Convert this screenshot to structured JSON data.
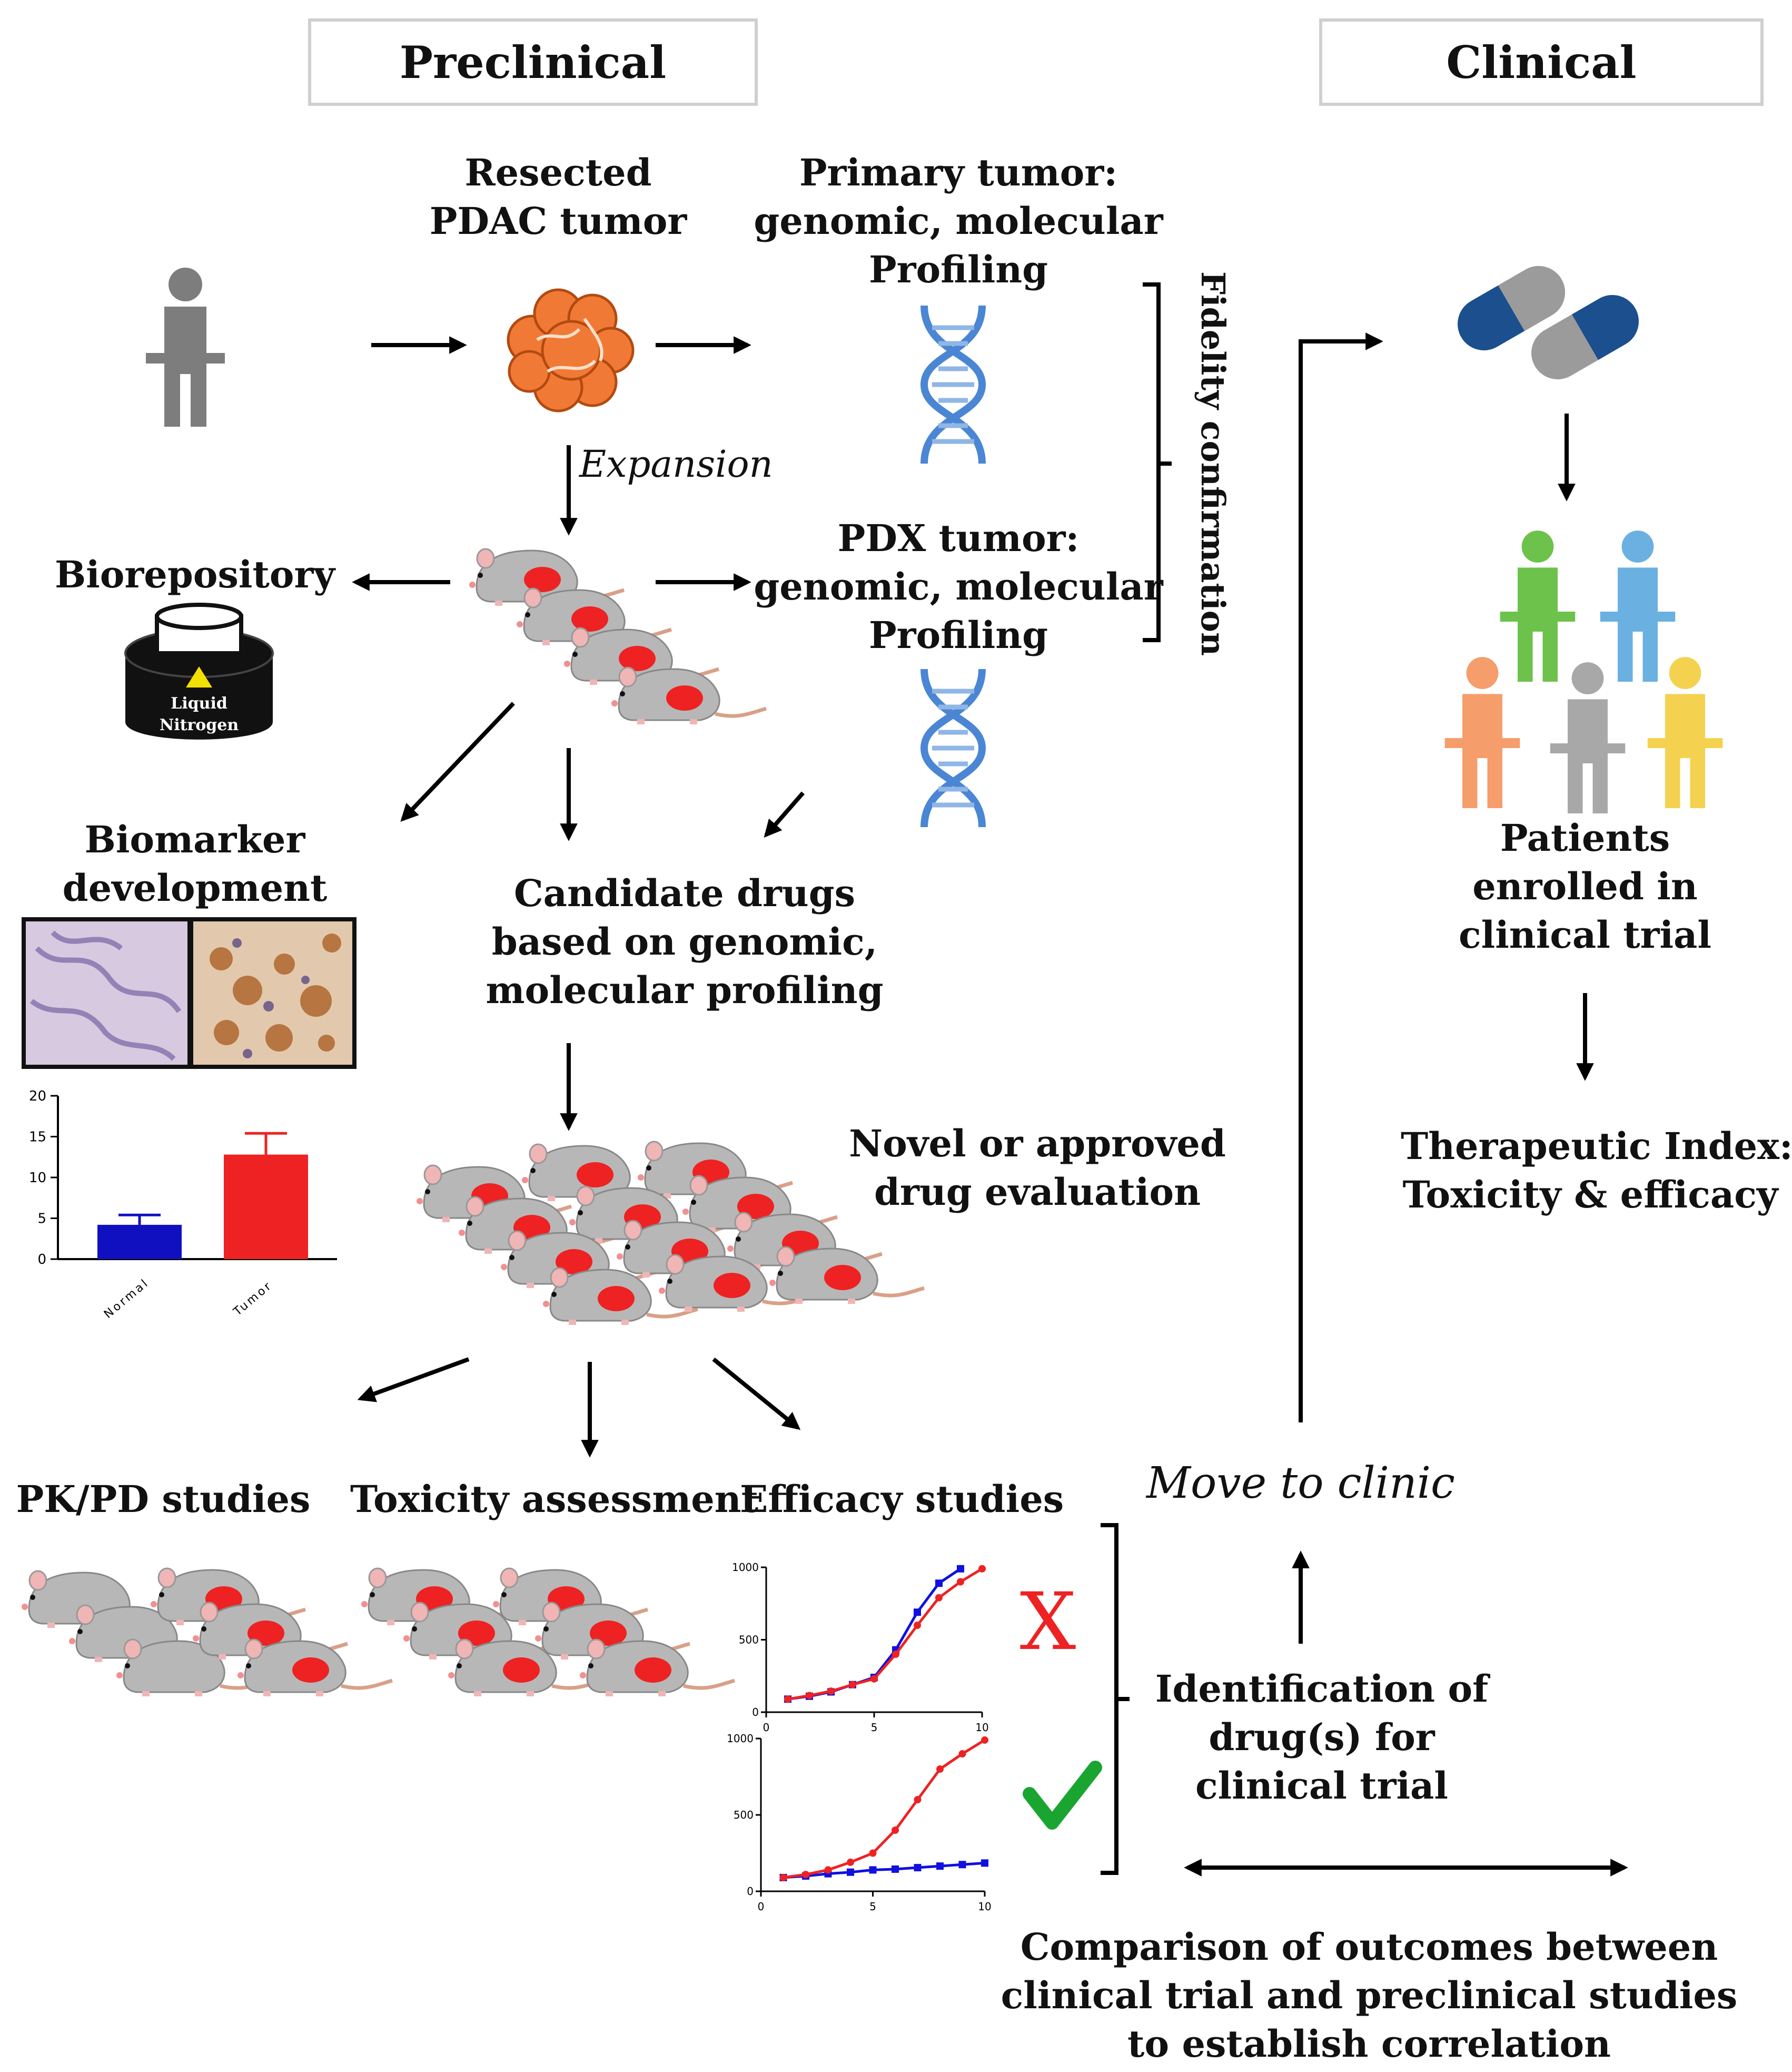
{
  "headers": {
    "preclinical": "Preclinical",
    "clinical": "Clinical"
  },
  "labels": {
    "resected": [
      "Resected",
      "PDAC tumor"
    ],
    "primary": [
      "Primary tumor:",
      "genomic, molecular",
      "Profiling"
    ],
    "pdx": [
      "PDX tumor:",
      "genomic, molecular",
      "Profiling"
    ],
    "expansion": "Expansion",
    "biorepository": "Biorepository",
    "liquid_nitrogen": [
      "Liquid",
      "Nitrogen"
    ],
    "fidelity": "Fidelity confirmation",
    "biomarker": [
      "Biomarker",
      "development"
    ],
    "candidate": [
      "Candidate drugs",
      "based on genomic,",
      "molecular profiling"
    ],
    "novel": [
      "Novel or approved",
      "drug evaluation"
    ],
    "pkpd": "PK/PD studies",
    "toxicity": "Toxicity assessment",
    "efficacy": "Efficacy studies",
    "move_to_clinic": "Move to clinic",
    "identification": [
      "Identification of",
      "drug(s) for",
      "clinical trial"
    ],
    "patients": [
      "Patients",
      "enrolled in",
      "clinical trial"
    ],
    "therapeutic": [
      "Therapeutic Index:",
      "Toxicity & efficacy"
    ],
    "comparison": [
      "Comparison of outcomes between",
      "clinical trial and preclinical studies",
      "to establish correlation"
    ],
    "fail_mark": "X"
  },
  "colors": {
    "tumor_red": "#ee2222",
    "normal_blue": "#1010c0",
    "check_green": "#1aa531",
    "pill_blue": "#1b4f8e",
    "dna_blue": "#4a86d4"
  },
  "chart_data": [
    {
      "type": "bar",
      "categories": [
        "Normal",
        "Tumor"
      ],
      "values": [
        4.2,
        12.8
      ],
      "errors": [
        1.2,
        2.6
      ],
      "ylim": [
        0,
        20
      ],
      "yticks": [
        "0",
        "5",
        "10",
        "15",
        "20"
      ]
    },
    {
      "type": "line",
      "x": [
        1,
        2,
        3,
        4,
        5,
        6,
        7,
        8,
        9,
        10
      ],
      "series": [
        {
          "color": "#1010e0",
          "values": [
            90,
            110,
            140,
            190,
            240,
            430,
            690,
            890,
            990,
            null
          ]
        },
        {
          "color": "#ee2222",
          "values": [
            90,
            115,
            145,
            190,
            230,
            400,
            600,
            790,
            900,
            990
          ]
        }
      ],
      "xlim": [
        0,
        10
      ],
      "ylim": [
        0,
        1000
      ],
      "xticks": [
        "0",
        "5",
        "10"
      ],
      "yticks": [
        "0",
        "500",
        "1000"
      ]
    },
    {
      "type": "line",
      "x": [
        1,
        2,
        3,
        4,
        5,
        6,
        7,
        8,
        9,
        10
      ],
      "series": [
        {
          "color": "#1010e0",
          "values": [
            90,
            100,
            115,
            125,
            140,
            145,
            155,
            165,
            175,
            185
          ]
        },
        {
          "color": "#ee2222",
          "values": [
            90,
            110,
            140,
            190,
            250,
            400,
            600,
            800,
            900,
            990
          ]
        }
      ],
      "xlim": [
        0,
        10
      ],
      "ylim": [
        0,
        1000
      ],
      "xticks": [
        "0",
        "5",
        "10"
      ],
      "yticks": [
        "0",
        "500",
        "1000"
      ]
    }
  ]
}
